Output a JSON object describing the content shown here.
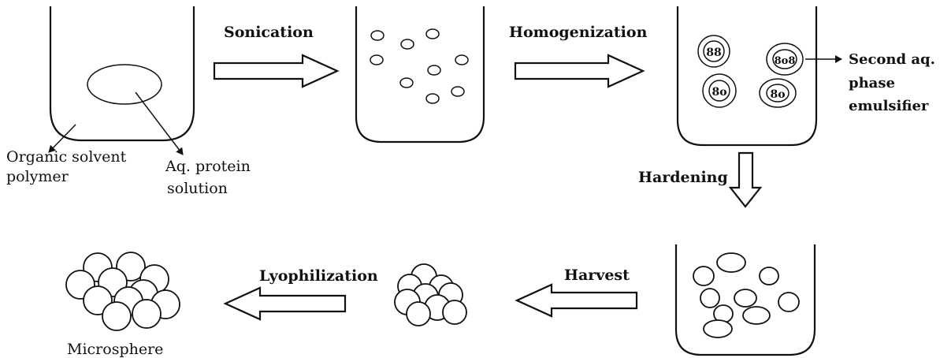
{
  "diagram": {
    "steps": {
      "sonication": "Sonication",
      "homogenization": "Homogenization",
      "hardening": "Hardening",
      "harvest": "Harvest",
      "lyophilization": "Lyophilization"
    },
    "labels": {
      "organic_line1": "Organic solvent",
      "organic_line2": "polymer",
      "protein_line1": "Aq. protein",
      "protein_line2": "solution",
      "second_line1": "Second aq.",
      "second_line2": "phase",
      "second_line3": "emulsifier",
      "product": "Microsphere"
    }
  }
}
